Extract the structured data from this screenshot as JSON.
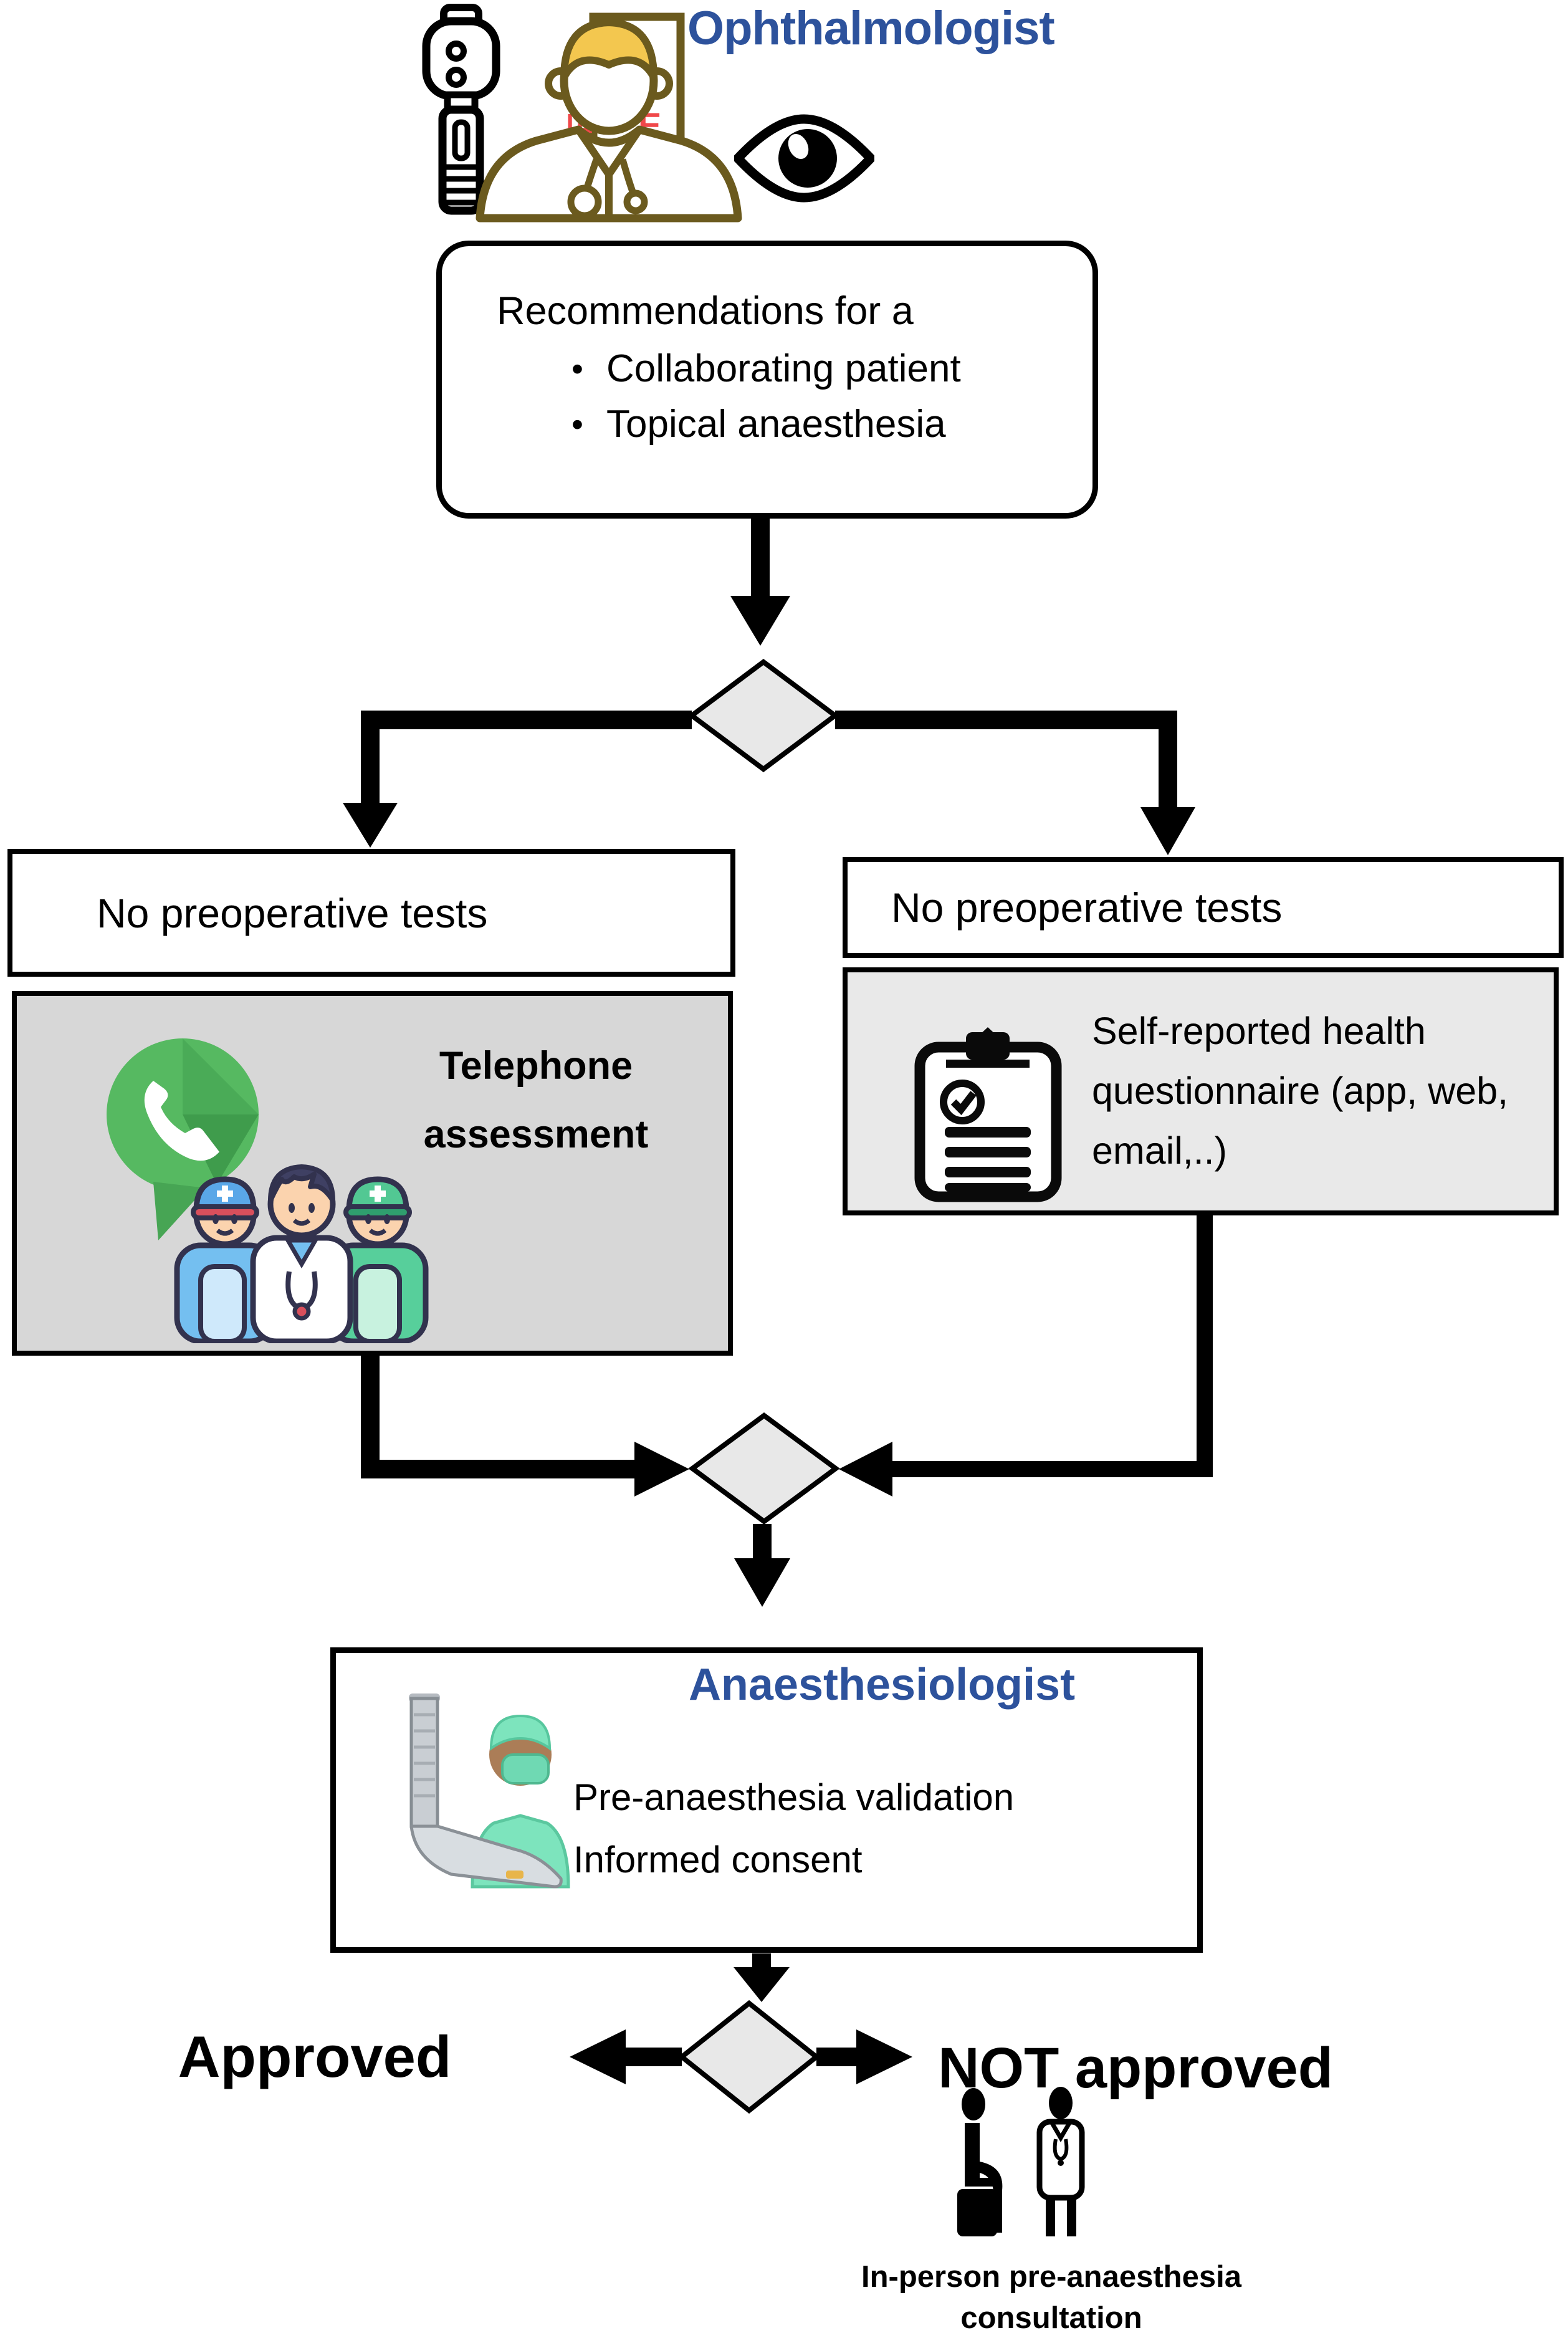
{
  "header": {
    "title": "Ophthalmologist"
  },
  "recommendations": {
    "title": "Recommendations for a",
    "bullet_glyph": "•",
    "bullets": [
      "Collaborating patient",
      "Topical anaesthesia"
    ]
  },
  "left_path": {
    "no_tests_label": "No preoperative tests",
    "assessment_label": "Telephone assessment"
  },
  "right_path": {
    "no_tests_label": "No preoperative tests",
    "questionnaire_label": "Self-reported health questionnaire (app, web, email,..)"
  },
  "anaesthesiologist": {
    "title": "Anaesthesiologist",
    "line1": "Pre-anaesthesia validation",
    "line2": "Informed consent"
  },
  "decision": {
    "approved_label": "Approved",
    "not_approved_label": "NOT approved"
  },
  "footer": {
    "caption": "In-person pre-anaesthesia consultation"
  },
  "icons": {
    "ophthalmoscope": "ophthalmoscope-icon",
    "doctor_chart": "doctor-eye-chart-icon",
    "eye": "eye-icon",
    "phone": "phone-chat-bubble-icon",
    "team": "medical-team-icon",
    "clipboard": "questionnaire-clipboard-icon",
    "laryngoscope": "laryngoscope-anaesthesiologist-icon",
    "patients": "patient-and-doctor-icon"
  },
  "colors": {
    "accent_blue": "#2d529c",
    "diamond_fill": "#e8e8e8",
    "gray_box_left": "#d7d7d7",
    "gray_box_right": "#e9e9e9",
    "chart_red": "#f0484a",
    "icon_brown": "#6b5a1e",
    "hair_yellow": "#f3c74f",
    "whatsapp_green": "#56b961",
    "scrubs_green": "#7de4bd",
    "line_black": "#000000"
  }
}
